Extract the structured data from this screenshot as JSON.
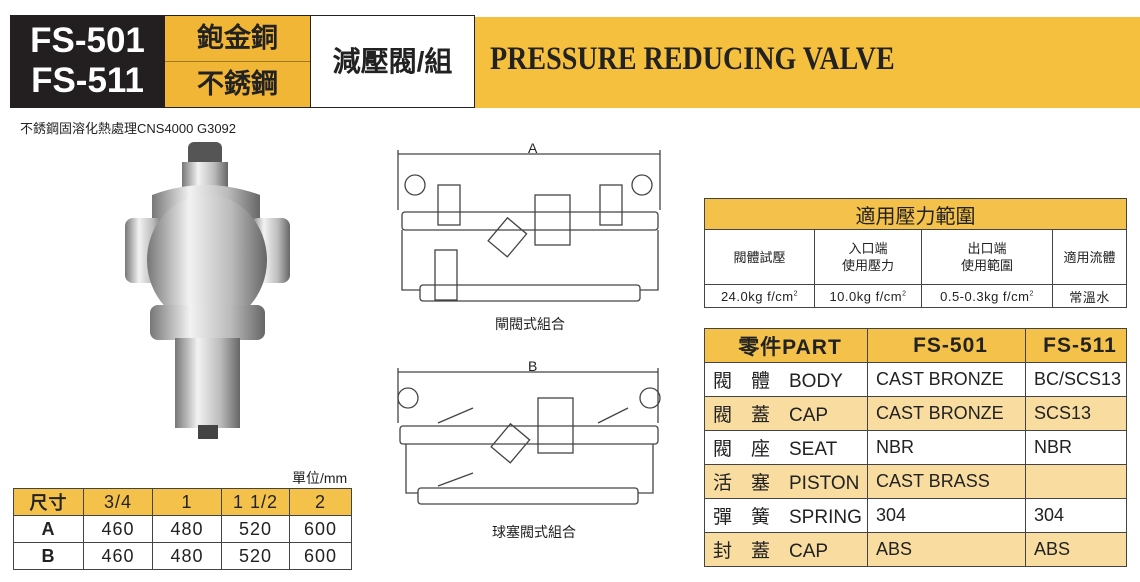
{
  "header": {
    "models": [
      "FS-501",
      "FS-511"
    ],
    "materials": [
      "鉋金銅",
      "不銹鋼"
    ],
    "category": "減壓閥/組",
    "title_en": "PRESSURE REDUCING VALVE"
  },
  "note": "不銹鋼固溶化熱處理CNS4000 G3092",
  "diagram_a": {
    "label": "A",
    "caption": "閘閥式組合"
  },
  "diagram_b": {
    "label": "B",
    "caption": "球塞閥式組合"
  },
  "pressure": {
    "title": "適用壓力範圍",
    "headers": [
      "閥體試壓",
      "入口端\n使用壓力",
      "出口端\n使用範圍",
      "適用流體"
    ],
    "values": [
      "24.0kg f/cm",
      "10.0kg f/cm",
      "0.5-0.3kg f/cm",
      "常溫水"
    ],
    "sup": "2"
  },
  "parts": {
    "headers": [
      "零件PART",
      "FS-501",
      "FS-511"
    ],
    "rows": [
      [
        "閥　體　BODY",
        "CAST BRONZE",
        "BC/SCS13"
      ],
      [
        "閥　蓋　CAP",
        "CAST BRONZE",
        "SCS13"
      ],
      [
        "閥　座　SEAT",
        "NBR",
        "NBR"
      ],
      [
        "活　塞　PISTON",
        "CAST BRASS",
        ""
      ],
      [
        "彈　簧　SPRING",
        "304",
        "304"
      ],
      [
        "封　蓋　CAP",
        "ABS",
        "ABS"
      ]
    ]
  },
  "dimensions": {
    "unit": "單位/mm",
    "headers": [
      "尺寸",
      "3/4",
      "1",
      "1 1/2",
      "2"
    ],
    "rows": [
      [
        "A",
        "460",
        "480",
        "520",
        "600"
      ],
      [
        "B",
        "460",
        "480",
        "520",
        "600"
      ]
    ]
  },
  "colors": {
    "gold": "#f4c24b",
    "dark": "#231f20"
  }
}
